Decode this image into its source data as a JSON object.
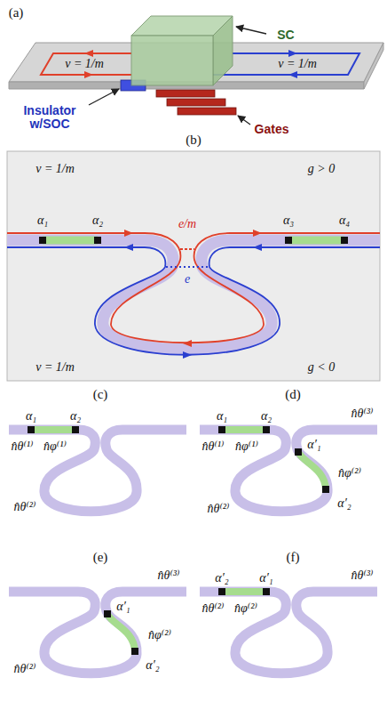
{
  "diagram": {
    "labels": [
      "(a)",
      "SC",
      "ν = 1/m",
      "ν = 1/m",
      "Insulator w/SOC",
      "Gates",
      "(b)",
      "ν = 1/m",
      "g > 0",
      "α₁",
      "α₂",
      "e/m",
      "α₃",
      "α₄",
      "e",
      "ν = 1/m",
      "g < 0",
      "(c)",
      "α₁",
      "α₂",
      "n̂θ⁽¹⁾",
      "n̂φ⁽¹⁾",
      "n̂θ⁽²⁾",
      "(d)",
      "α₁",
      "α₂",
      "n̂θ⁽³⁾",
      "α′₁",
      "n̂θ⁽¹⁾",
      "n̂φ⁽¹⁾",
      "n̂φ⁽²⁾",
      "α′₂",
      "n̂θ⁽²⁾",
      "(e)",
      "n̂θ⁽³⁾",
      "α′₁",
      "n̂φ⁽²⁾",
      "α′₂",
      "n̂θ⁽²⁾",
      "(f)",
      "α′₂",
      "α′₁",
      "n̂θ⁽²⁾",
      "n̂φ⁽²⁾",
      "n̂θ⁽³⁾"
    ]
  }
}
